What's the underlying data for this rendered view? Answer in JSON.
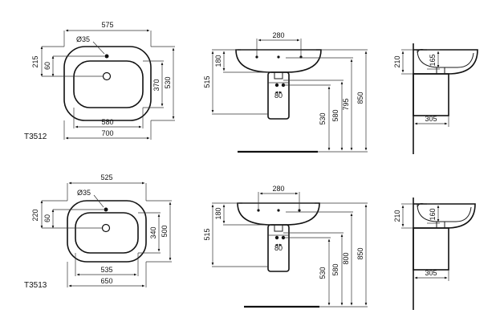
{
  "models": [
    {
      "code": "T3512",
      "plan": {
        "overall_top": "575",
        "hole_dia": "Ø35",
        "left_outer": "215",
        "left_inner": "60",
        "right_outer": "530",
        "right_inner": "370",
        "bottom_inner": "580",
        "bottom_outer": "700"
      },
      "front": {
        "top": "280",
        "left_h": "180",
        "left_total": "515",
        "pedestal": "80",
        "v1": "530",
        "v2": "580",
        "v3": "795",
        "v4": "850"
      },
      "side": {
        "left_h": "210",
        "right_h": "165",
        "bottom": "305"
      }
    },
    {
      "code": "T3513",
      "plan": {
        "overall_top": "525",
        "hole_dia": "Ø35",
        "left_outer": "220",
        "left_inner": "60",
        "right_outer": "500",
        "right_inner": "340",
        "bottom_inner": "535",
        "bottom_outer": "650"
      },
      "front": {
        "top": "280",
        "left_h": "180",
        "left_total": "515",
        "pedestal": "80",
        "v1": "530",
        "v2": "580",
        "v3": "800",
        "v4": "850"
      },
      "side": {
        "left_h": "210",
        "right_h": "160",
        "bottom": "305"
      }
    }
  ]
}
